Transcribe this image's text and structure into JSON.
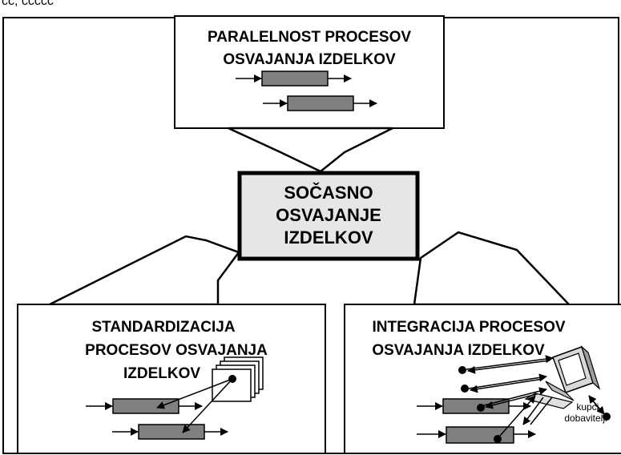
{
  "caption_fragment": "čč, ččččč",
  "center": {
    "line1": "SOČASNO",
    "line2": "OSVAJANJE",
    "line3": "IZDELKOV"
  },
  "top_box": {
    "line1": "PARALELNOST PROCESOV",
    "line2": "OSVAJANJA IZDELKOV"
  },
  "left_box": {
    "line1": "STANDARDIZACIJA",
    "line2": "PROCESOV OSVAJANJA",
    "line3": "IZDELKOV"
  },
  "right_box": {
    "line1": "INTEGRACIJA PROCESOV",
    "line2": "OSVAJANJA IZDELKOV",
    "partners_line1": "kupci,",
    "partners_line2": "dobavitelji"
  },
  "colors": {
    "center_fill": "#e6e6e6",
    "process_bar": "#808080",
    "stroke": "#000000"
  }
}
